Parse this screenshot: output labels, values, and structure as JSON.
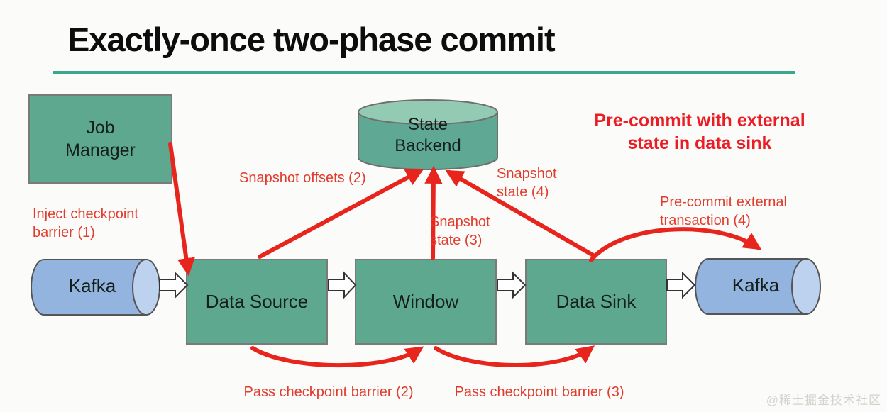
{
  "page": {
    "title": "Exactly-once two-phase commit",
    "watermark": "@稀土掘金技术社区"
  },
  "colors": {
    "underline_teal": "#3aa98a",
    "node_green": "#5fa890",
    "cylinder_green_top": "#93cab4",
    "kafka_blue": "#92b4df",
    "kafka_blue_end": "#bdd2ee",
    "annotation_red": "#e23b2c",
    "arrow_red": "#e8251c",
    "heading_red": "#ec1c24"
  },
  "nodes": {
    "job_manager": {
      "label": "Job Manager"
    },
    "state_backend": {
      "label": "State Backend"
    },
    "kafka_left": {
      "label": "Kafka"
    },
    "data_source": {
      "label": "Data Source"
    },
    "window": {
      "label": "Window"
    },
    "data_sink": {
      "label": "Data Sink"
    },
    "kafka_right": {
      "label": "Kafka"
    }
  },
  "annotations": {
    "heading": "Pre-commit with external state in data sink",
    "inject_checkpoint": "Inject checkpoint barrier (1)",
    "snapshot_offsets": "Snapshot offsets (2)",
    "snapshot_state_3": "Snapshot state (3)",
    "snapshot_state_4": "Snapshot state (4)",
    "precommit_external": "Pre-commit external transaction (4)",
    "pass_barrier_2": "Pass checkpoint barrier (2)",
    "pass_barrier_3": "Pass checkpoint barrier (3)"
  }
}
